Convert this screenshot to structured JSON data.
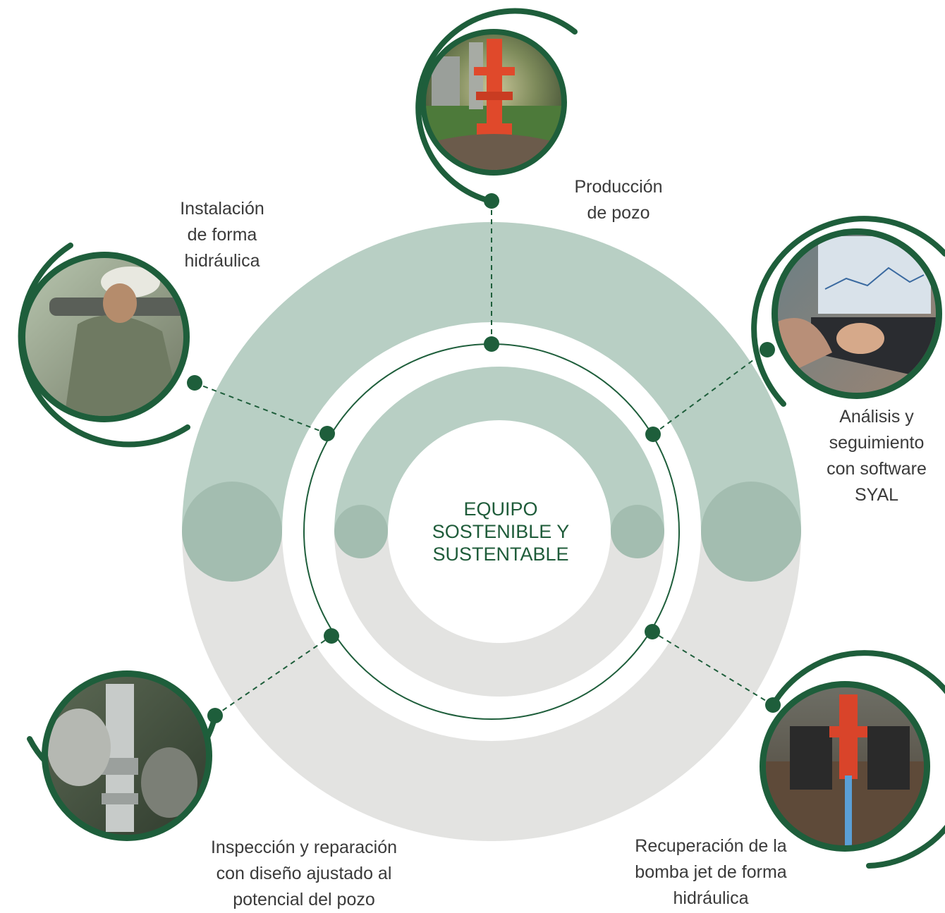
{
  "center": {
    "line1": "EQUIPO",
    "line2": "SOSTENIBLE Y",
    "line3": "SUSTENTABLE"
  },
  "nodes": {
    "top": {
      "line1": "Producción",
      "line2": "de pozo",
      "icon": "wellhead-photo"
    },
    "left": {
      "line1": "Instalación",
      "line2": "de forma",
      "line3": "hidráulica",
      "icon": "worker-carrying-pipe-photo"
    },
    "right": {
      "line1": "Análisis y",
      "line2": "seguimiento",
      "line3": "con software",
      "line4": "SYAL",
      "icon": "laptop-analysis-photo"
    },
    "bottom_left": {
      "line1": "Inspección y reparación",
      "line2": "con diseño ajustado al",
      "line3": "potencial del pozo",
      "icon": "inspection-tool-photo"
    },
    "bottom_right": {
      "line1": "Recuperación de la",
      "line2": "bomba jet de forma",
      "line3": "hidráulica",
      "icon": "jet-pump-photo"
    }
  },
  "colors": {
    "dark_green": "#1e5e3b",
    "sage_green": "#b8cfc4",
    "sage_dark": "#a3bdb0",
    "light_gray": "#e3e3e1",
    "text": "#3a3a3a"
  }
}
